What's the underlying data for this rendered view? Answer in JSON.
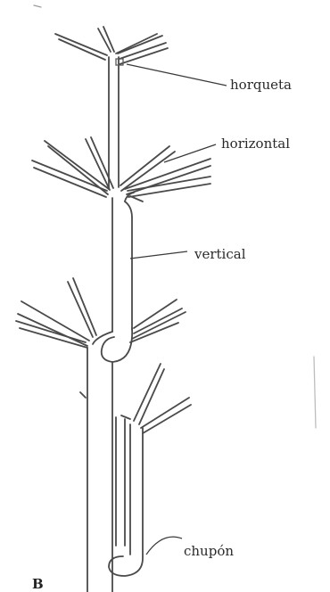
{
  "figure": {
    "panel_letter": "B",
    "labels": {
      "horqueta": "horqueta",
      "horizontal": "horizontal",
      "vertical": "vertical",
      "chupon": "chupón"
    }
  }
}
